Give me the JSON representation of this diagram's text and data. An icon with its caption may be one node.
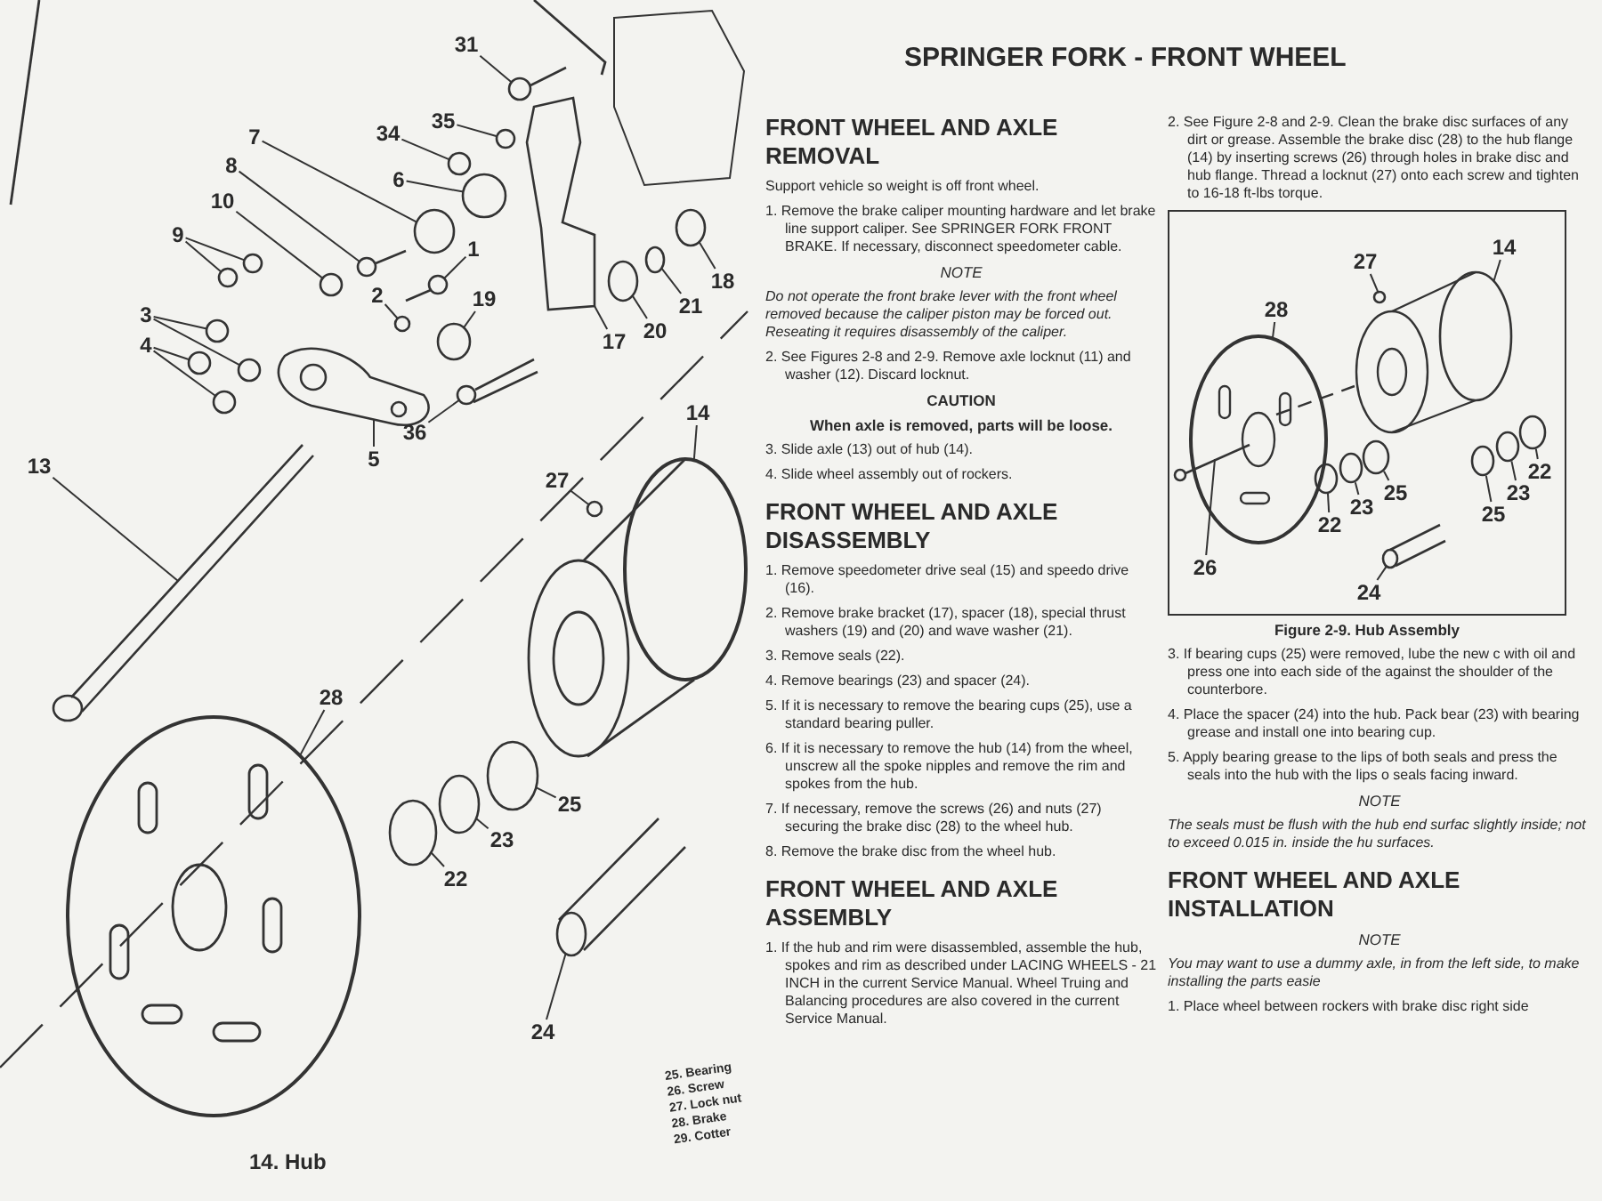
{
  "diagram": {
    "nodes": [
      {
        "text": [
          "31"
        ]
      },
      {
        "text": [
          "35"
        ]
      },
      {
        "text": [
          "34"
        ]
      },
      {
        "text": [
          "7"
        ]
      },
      {
        "text": [
          "8"
        ]
      },
      {
        "text": [
          "6"
        ]
      },
      {
        "text": [
          "10"
        ]
      },
      {
        "text": [
          "9"
        ]
      },
      {
        "text": [
          "1"
        ]
      },
      {
        "text": [
          "2"
        ]
      },
      {
        "text": [
          "19"
        ]
      },
      {
        "text": [
          "3"
        ]
      },
      {
        "text": [
          "4"
        ]
      },
      {
        "text": [
          "17"
        ]
      },
      {
        "text": [
          "20"
        ]
      },
      {
        "text": [
          "21"
        ]
      },
      {
        "text": [
          "18"
        ]
      },
      {
        "text": [
          "5"
        ]
      },
      {
        "text": [
          "36"
        ]
      },
      {
        "text": [
          "13"
        ]
      },
      {
        "text": [
          "14"
        ]
      },
      {
        "text": [
          "27"
        ]
      },
      {
        "text": [
          "28"
        ]
      },
      {
        "text": [
          "25"
        ]
      },
      {
        "text": [
          "23"
        ]
      },
      {
        "text": [
          "22"
        ]
      },
      {
        "text": [
          "24"
        ]
      },
      {
        "text": [
          "Figure 2-9. Hub Assembly"
        ]
      },
      {
        "text": [
          "27"
        ],
        "in": 27
      },
      {
        "text": [
          "14"
        ],
        "in": 27
      },
      {
        "text": [
          "28"
        ],
        "in": 27
      },
      {
        "text": [
          "25"
        ],
        "in": 27
      },
      {
        "text": [
          "23"
        ],
        "in": 27
      },
      {
        "text": [
          "22"
        ],
        "in": 27
      },
      {
        "text": [
          "22"
        ],
        "in": 27
      },
      {
        "text": [
          "23"
        ],
        "in": 27
      },
      {
        "text": [
          "25"
        ],
        "in": 27
      },
      {
        "text": [
          "24"
        ],
        "in": 27
      },
      {
        "text": [
          "26"
        ],
        "in": 27
      },
      {
        "text": [],
        "shape": "picture"
      },
      {
        "text": [],
        "shape": "circle"
      },
      {
        "text": [],
        "shape": "circle"
      },
      {
        "text": [],
        "shape": "circle"
      },
      {
        "text": [],
        "shape": "picture"
      },
      {
        "text": [],
        "shape": "circle"
      },
      {
        "text": [],
        "shape": "circle"
      },
      {
        "text": [],
        "shape": "circle"
      },
      {
        "text": [],
        "shape": "circle"
      },
      {
        "text": [],
        "shape": "picture"
      },
      {
        "text": [],
        "shape": "circle"
      },
      {
        "text": [],
        "shape": "circle"
      },
      {
        "text": [],
        "shape": "circle"
      },
      {
        "text": [],
        "shape": "circle"
      },
      {
        "text": [],
        "shape": "circle"
      },
      {
        "text": [],
        "shape": "circle"
      },
      {
        "text": [],
        "shape": "picture"
      },
      {
        "text": [],
        "shape": "circle"
      },
      {
        "text": [],
        "shape": "circle"
      },
      {
        "text": [],
        "shape": "circle"
      },
      {
        "text": [],
        "shape": "picture"
      },
      {
        "text": [],
        "shape": "picture"
      },
      {
        "text": [],
        "shape": "picture"
      },
      {
        "text": [],
        "shape": "circle"
      },
      {
        "text": [],
        "shape": "circle"
      },
      {
        "text": [],
        "shape": "circle"
      },
      {
        "text": [],
        "shape": "circle"
      },
      {
        "text": [],
        "shape": "circle"
      },
      {
        "text": [],
        "shape": "circle"
      },
      {
        "text": [],
        "shape": "cylinder"
      },
      {
        "text": [],
        "shape": "circle",
        "in": 27
      },
      {
        "text": [],
        "shape": "circle",
        "in": 27
      },
      {
        "text": [],
        "shape": "circle",
        "in": 27
      },
      {
        "text": [],
        "shape": "circle",
        "in": 27
      },
      {
        "text": [],
        "shape": "circle",
        "in": 27
      },
      {
        "text": [],
        "shape": "circle",
        "in": 27
      },
      {
        "text": [],
        "shape": "circle",
        "in": 27
      },
      {
        "text": [],
        "shape": "circle",
        "in": 27
      },
      {
        "text": [],
        "shape": "circle",
        "in": 27
      },
      {
        "text": [],
        "shape": "cylinder",
        "in": 27
      },
      {
        "text": [],
        "shape": "picture",
        "in": 27
      }
    ],
    "edges": [
      {
        "from": 0,
        "to": 39,
        "arrow": "none"
      },
      {
        "from": 1,
        "to": 40,
        "arrow": "none"
      },
      {
        "from": 2,
        "to": 41,
        "arrow": "none"
      },
      {
        "from": 3,
        "to": 42,
        "arrow": "none"
      },
      {
        "from": 4,
        "to": 43,
        "arrow": "none"
      },
      {
        "from": 5,
        "to": 44,
        "arrow": "none"
      },
      {
        "from": 6,
        "to": 45,
        "arrow": "none"
      },
      {
        "from": 7,
        "to": 46,
        "arrow": "none"
      },
      {
        "from": 7,
        "to": 47,
        "arrow": "none"
      },
      {
        "from": 8,
        "to": 48,
        "arrow": "none"
      },
      {
        "from": 9,
        "to": 49,
        "arrow": "none"
      },
      {
        "from": 10,
        "to": 50,
        "arrow": "none"
      },
      {
        "from": 11,
        "to": 51,
        "arrow": "none"
      },
      {
        "from": 11,
        "to": 52,
        "arrow": "none"
      },
      {
        "from": 12,
        "to": 53,
        "arrow": "none"
      },
      {
        "from": 12,
        "to": 54,
        "arrow": "none"
      },
      {
        "from": 13,
        "to": 55,
        "arrow": "none"
      },
      {
        "from": 14,
        "to": 56,
        "arrow": "none"
      },
      {
        "from": 15,
        "to": 57,
        "arrow": "none"
      },
      {
        "from": 16,
        "to": 58,
        "arrow": "none"
      },
      {
        "from": 17,
        "to": 59,
        "arrow": "none"
      },
      {
        "from": 18,
        "to": 60,
        "arrow": "none"
      },
      {
        "from": 19,
        "to": 61,
        "arrow": "none"
      },
      {
        "from": 20,
        "to": 62,
        "arrow": "none"
      },
      {
        "from": 21,
        "to": 63,
        "arrow": "none"
      },
      {
        "from": 22,
        "to": 64,
        "arrow": "none"
      },
      {
        "from": 23,
        "to": 65,
        "arrow": "none"
      },
      {
        "from": 24,
        "to": 66,
        "arrow": "none"
      },
      {
        "from": 25,
        "to": 67,
        "arrow": "none"
      },
      {
        "from": 26,
        "to": 68,
        "arrow": "none"
      },
      {
        "from": 28,
        "to": 69,
        "arrow": "none"
      },
      {
        "from": 29,
        "to": 70,
        "arrow": "none"
      },
      {
        "from": 30,
        "to": 71,
        "arrow": "none"
      },
      {
        "from": 31,
        "to": 72,
        "arrow": "none"
      },
      {
        "from": 32,
        "to": 73,
        "arrow": "none"
      },
      {
        "from": 33,
        "to": 74,
        "arrow": "none"
      },
      {
        "from": 34,
        "to": 75,
        "arrow": "none"
      },
      {
        "from": 35,
        "to": 76,
        "arrow": "none"
      },
      {
        "from": 36,
        "to": 77,
        "arrow": "none"
      },
      {
        "from": 37,
        "to": 78,
        "arrow": "none"
      },
      {
        "from": 38,
        "to": 79,
        "arrow": "none"
      }
    ],
    "labels": [
      "SPRINGER FORK - FRONT WHEEL",
      "FRONT WHEEL AND AXLE REMOVAL",
      "Support vehicle so weight is off front wheel.",
      "1. Remove the brake caliper mounting hardware and let brake line support caliper. See SPRINGER FORK FRONT BRAKE. If necessary, disconnect speedometer cable.",
      "NOTE",
      "Do not operate the front brake lever with the front wheel removed because the caliper piston may be forced out. Reseating it requires disassembly of the caliper.",
      "2. See Figures 2-8 and 2-9. Remove axle locknut (11) and washer (12). Discard locknut.",
      "CAUTION",
      "When axle is removed, parts will be loose.",
      "3. Slide axle (13) out of hub (14).",
      "4. Slide wheel assembly out of rockers.",
      "FRONT WHEEL AND AXLE DISASSEMBLY",
      "1. Remove speedometer drive seal (15) and speedo drive (16).",
      "2. Remove brake bracket (17), spacer (18), special thrust washers (19) and (20) and wave washer (21).",
      "3. Remove seals (22).",
      "4. Remove bearings (23) and spacer (24).",
      "5. If it is necessary to remove the bearing cups (25), use a standard bearing puller.",
      "6. If it is necessary to remove the hub (14) from the wheel, unscrew all the spoke nipples and remove the rim and spokes from the hub.",
      "7. If necessary, remove the screws (26) and nuts (27) securing the brake disc (28) to the wheel hub.",
      "8. Remove the brake disc from the wheel hub.",
      "FRONT WHEEL AND AXLE ASSEMBLY",
      "1. If the hub and rim were disassembled, assemble the hub, spokes and rim as described under LACING WHEELS - 21 INCH in the current Service Manual. Wheel Truing and Balancing procedures are also covered in the current Service Manual.",
      "2. See Figure 2-8 and 2-9. Clean the brake disc surfaces of any dirt or grease. Assemble the brake disc (28) to the hub flange (14) by inserting screws (26) through holes in brake disc and hub flange. Thread a locknut (27) onto each screw and tighten to 16-18 ft-lbs torque.",
      "3. If bearing cups (25) were removed, lube the new c with oil and press one into each side of the against the shoulder of the counterbore.",
      "4. Place the spacer (24) into the hub. Pack bear (23) with bearing grease and install one into bearing cup.",
      "5. Apply bearing grease to the lips of both seals and press the seals into the hub with the lips o seals facing inward.",
      "NOTE",
      "The seals must be flush with the hub end surfac slightly inside; not to exceed 0.015 in. inside the hu surfaces.",
      "FRONT WHEEL AND AXLE INSTALLATION",
      "NOTE",
      "You may want to use a dummy axle, in from the left side, to make installing the parts easie",
      "1. Place wheel between rockers with brake disc right side",
      "14. Hub",
      "25. Bearing",
      "26. Screw",
      "27. Lock nut",
      "28. Brake",
      "29. Cotter"
    ]
  }
}
